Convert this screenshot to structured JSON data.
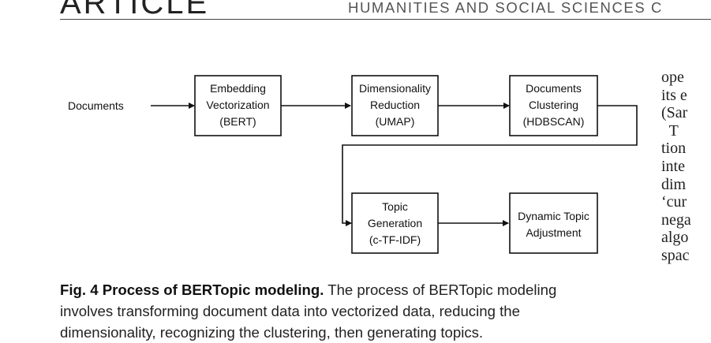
{
  "header": {
    "article_label": "ARTICLE",
    "journal_name": "HUMANITIES AND SOCIAL SCIENCES C"
  },
  "diagram": {
    "input_label": "Documents",
    "nodes": [
      {
        "lines": [
          "Embedding",
          "Vectorization",
          "(BERT)"
        ]
      },
      {
        "lines": [
          "Dimensionality",
          "Reduction",
          "(UMAP)"
        ]
      },
      {
        "lines": [
          "Documents",
          "Clustering",
          "(HDBSCAN)"
        ]
      },
      {
        "lines": [
          "Topic",
          "Generation",
          "(c-TF-IDF)"
        ]
      },
      {
        "lines": [
          "Dynamic Topic",
          "Adjustment"
        ]
      }
    ]
  },
  "caption": {
    "fig_label": "Fig. 4 Process of BERTopic modeling.",
    "line1_text": " The process of BERTopic modeling",
    "line2_text": "involves transforming document data into vectorized data, reducing the",
    "line3_text": "dimensionality, recognizing the clustering, then generating topics."
  },
  "side_column": {
    "lines": [
      "ope",
      "its e",
      "(Sar",
      "  T",
      "tion",
      "inte",
      "dim",
      "‘cur",
      "nega",
      "algo",
      "spac"
    ]
  }
}
